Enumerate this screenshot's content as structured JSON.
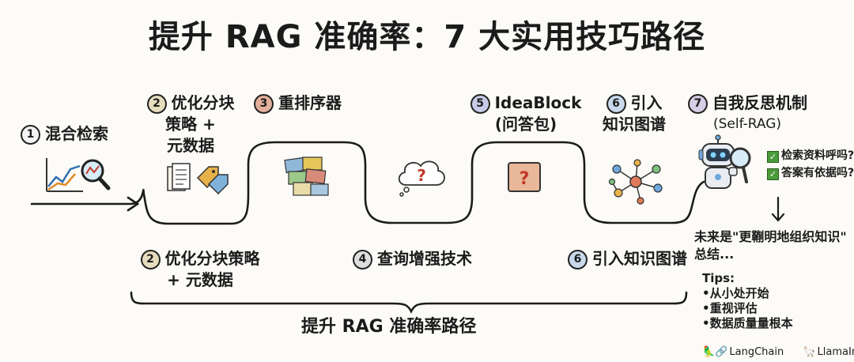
{
  "title": "提升 RAG 准确率：7 大实用技巧路径",
  "steps_top": [
    {
      "num": "1",
      "label": "混合检索"
    },
    {
      "num": "2",
      "label_lines": [
        "优化分块",
        "策略 +",
        "元数据"
      ]
    },
    {
      "num": "3",
      "label": "重排序器"
    },
    {
      "num": "5",
      "label_lines": [
        "IdeaBlock",
        "(问答包)"
      ]
    },
    {
      "num": "6",
      "label_lines": [
        "引入",
        "知识图谱"
      ]
    },
    {
      "num": "7",
      "label_lines": [
        "自我反思机制",
        "(Self-RAG)"
      ]
    }
  ],
  "steps_bottom": [
    {
      "num": "2",
      "label_lines": [
        "优化分块策略",
        "+ 元数据"
      ]
    },
    {
      "num": "4",
      "label": "查询增强技术"
    },
    {
      "num": "6",
      "label": "引入知识图谱"
    }
  ],
  "self_rag_checks": [
    "检索资料呼吗?",
    "答案有依据吗?"
  ],
  "summary": {
    "future_line1": "未来是\"更鞩明地组织知识\"",
    "future_line2": "总结...",
    "tips_title": "Tips:",
    "tips": [
      "•从小处开始",
      "•重视评估",
      "•数据质量量根本"
    ]
  },
  "path_label": "提升 RAG 准确率路径",
  "footer": {
    "langchain": "LangChain",
    "llamaindex": "LlamaIndex"
  },
  "icons": [
    "chart-magnifier-icon",
    "documents-tags-icon",
    "sticky-notes-icon",
    "question-cloud-icon",
    "question-box-icon",
    "knowledge-graph-icon",
    "robot-magnifier-icon"
  ]
}
